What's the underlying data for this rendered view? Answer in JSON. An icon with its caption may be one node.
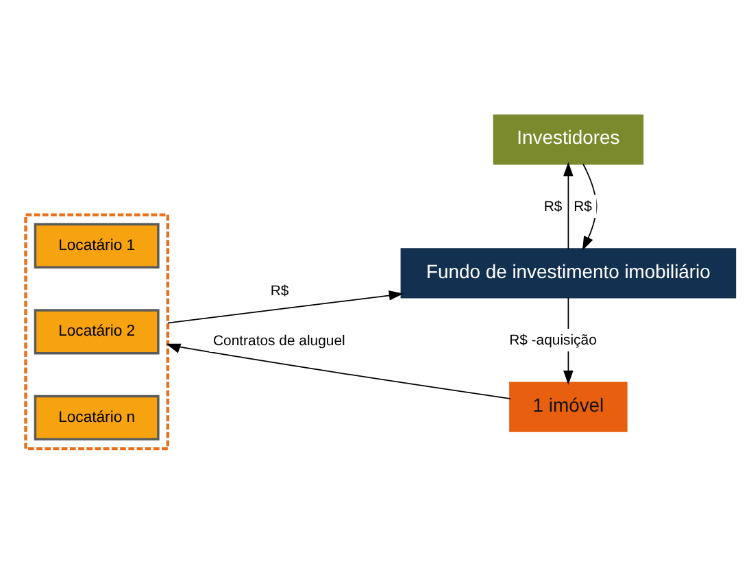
{
  "diagram": {
    "nodes": [
      {
        "text": [],
        "shape": "box"
      },
      {
        "text": [
          "Locatário 1"
        ],
        "in": 0
      },
      {
        "text": [
          "Locatário 2"
        ],
        "in": 0
      },
      {
        "text": [
          "Locatário n"
        ],
        "in": 0
      },
      {
        "text": [
          "Investidores"
        ]
      },
      {
        "text": [
          "Fundo de investimento imobiliário"
        ]
      },
      {
        "text": [
          "1 imóvel"
        ]
      }
    ],
    "edges": [
      {
        "from": 0,
        "to": 5,
        "arrow": "to",
        "label": "R$"
      },
      {
        "from": 5,
        "to": 4,
        "arrow": "to",
        "label": "R$"
      },
      {
        "from": 4,
        "to": 5,
        "arrow": "to",
        "label": "R$"
      },
      {
        "from": 5,
        "to": 6,
        "arrow": "to",
        "label": "R$ -aquisição"
      },
      {
        "from": 6,
        "to": 0,
        "arrow": "to",
        "label": "Contratos de aluguel"
      }
    ]
  }
}
